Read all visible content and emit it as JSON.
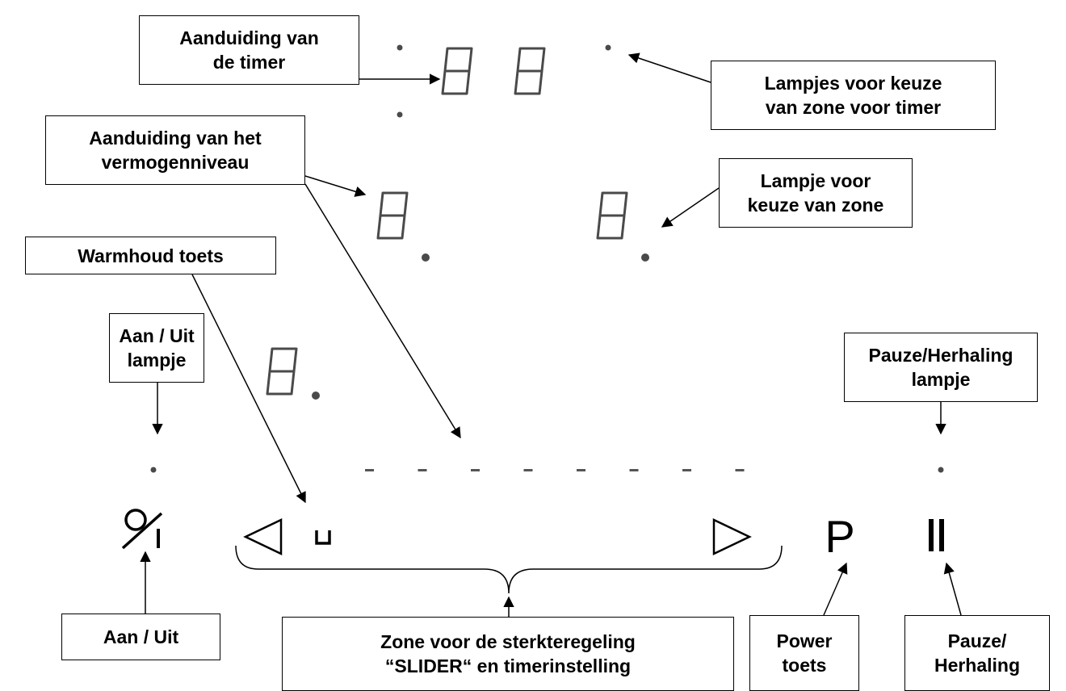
{
  "labels": {
    "timer_display": [
      "Aanduiding van",
      "de timer"
    ],
    "timer_zone_leds": [
      "Lampjes voor keuze",
      "van zone voor timer"
    ],
    "power_level_display": [
      "Aanduiding van het",
      "vermogenniveau"
    ],
    "zone_select_led": [
      "Lampje voor",
      "keuze van zone"
    ],
    "keep_warm_key": [
      "Warmhoud toets"
    ],
    "on_off_led": [
      "Aan / Uit",
      "lampje"
    ],
    "pause_led": [
      "Pauze/Herhaling",
      "lampje"
    ],
    "on_off_key": [
      "Aan / Uit"
    ],
    "slider_zone": [
      "Zone voor de sterkteregeling",
      "“SLIDER“ en timerinstelling"
    ],
    "power_key": [
      "Power",
      "toets"
    ],
    "pause_key": [
      "Pauze/",
      "Herhaling"
    ]
  },
  "panel": {
    "power_key_glyph": "P",
    "slider_dash_count": 8
  },
  "colors": {
    "segment": "#4a4a4a",
    "border": "#000000"
  }
}
